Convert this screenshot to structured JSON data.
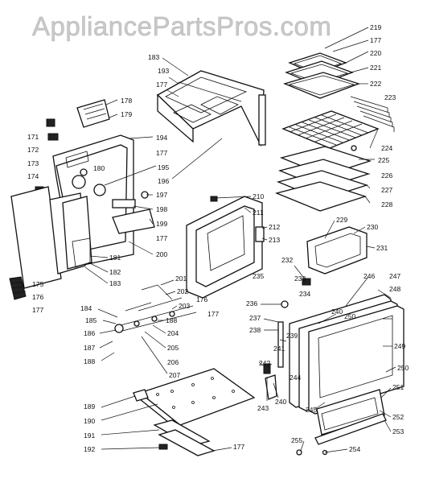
{
  "watermark": "AppliancePartsPros.com",
  "callouts": [
    {
      "id": "219",
      "label": "219"
    },
    {
      "id": "177a",
      "label": "177"
    },
    {
      "id": "220",
      "label": "220"
    },
    {
      "id": "221",
      "label": "221"
    },
    {
      "id": "222",
      "label": "222"
    },
    {
      "id": "223",
      "label": "223"
    },
    {
      "id": "224",
      "label": "224"
    },
    {
      "id": "225",
      "label": "225"
    },
    {
      "id": "226",
      "label": "226"
    },
    {
      "id": "227",
      "label": "227"
    },
    {
      "id": "228",
      "label": "228"
    },
    {
      "id": "183a",
      "label": "183"
    },
    {
      "id": "193",
      "label": "193"
    },
    {
      "id": "177b",
      "label": "177"
    },
    {
      "id": "178",
      "label": "178"
    },
    {
      "id": "179",
      "label": "179"
    },
    {
      "id": "171",
      "label": "171"
    },
    {
      "id": "172",
      "label": "172"
    },
    {
      "id": "194",
      "label": "194"
    },
    {
      "id": "177c",
      "label": "177"
    },
    {
      "id": "173a",
      "label": "173"
    },
    {
      "id": "180",
      "label": "180"
    },
    {
      "id": "195",
      "label": "195"
    },
    {
      "id": "174",
      "label": "174"
    },
    {
      "id": "196",
      "label": "196"
    },
    {
      "id": "197",
      "label": "197"
    },
    {
      "id": "198",
      "label": "198"
    },
    {
      "id": "199",
      "label": "199"
    },
    {
      "id": "177d",
      "label": "177"
    },
    {
      "id": "200",
      "label": "200"
    },
    {
      "id": "181",
      "label": "181"
    },
    {
      "id": "182",
      "label": "182"
    },
    {
      "id": "183b",
      "label": "183"
    },
    {
      "id": "175",
      "label": "175"
    },
    {
      "id": "176a",
      "label": "176"
    },
    {
      "id": "177e",
      "label": "177"
    },
    {
      "id": "210",
      "label": "210"
    },
    {
      "id": "211",
      "label": "211"
    },
    {
      "id": "212",
      "label": "212"
    },
    {
      "id": "213",
      "label": "213"
    },
    {
      "id": "229",
      "label": "229"
    },
    {
      "id": "230",
      "label": "230"
    },
    {
      "id": "231",
      "label": "231"
    },
    {
      "id": "232",
      "label": "232"
    },
    {
      "id": "233",
      "label": "233"
    },
    {
      "id": "235",
      "label": "235"
    },
    {
      "id": "234",
      "label": "234"
    },
    {
      "id": "246",
      "label": "246"
    },
    {
      "id": "247",
      "label": "247"
    },
    {
      "id": "248",
      "label": "248"
    },
    {
      "id": "236",
      "label": "236"
    },
    {
      "id": "237",
      "label": "237"
    },
    {
      "id": "238",
      "label": "238"
    },
    {
      "id": "240a",
      "label": "240"
    },
    {
      "id": "239",
      "label": "239"
    },
    {
      "id": "250a",
      "label": "250"
    },
    {
      "id": "249",
      "label": "249"
    },
    {
      "id": "241",
      "label": "241"
    },
    {
      "id": "242",
      "label": "242"
    },
    {
      "id": "250b",
      "label": "250"
    },
    {
      "id": "244",
      "label": "244"
    },
    {
      "id": "240b",
      "label": "240"
    },
    {
      "id": "243",
      "label": "243"
    },
    {
      "id": "251",
      "label": "251"
    },
    {
      "id": "245",
      "label": "245"
    },
    {
      "id": "252",
      "label": "252"
    },
    {
      "id": "253",
      "label": "253"
    },
    {
      "id": "255",
      "label": "255"
    },
    {
      "id": "254",
      "label": "254"
    },
    {
      "id": "201",
      "label": "201"
    },
    {
      "id": "202",
      "label": "202"
    },
    {
      "id": "203",
      "label": "203"
    },
    {
      "id": "184",
      "label": "184"
    },
    {
      "id": "185",
      "label": "185"
    },
    {
      "id": "188a",
      "label": "188"
    },
    {
      "id": "204",
      "label": "204"
    },
    {
      "id": "186",
      "label": "186"
    },
    {
      "id": "205",
      "label": "205"
    },
    {
      "id": "187",
      "label": "187"
    },
    {
      "id": "206",
      "label": "206"
    },
    {
      "id": "188b",
      "label": "188"
    },
    {
      "id": "207",
      "label": "207"
    },
    {
      "id": "176b",
      "label": "176"
    },
    {
      "id": "177f",
      "label": "177"
    },
    {
      "id": "189",
      "label": "189"
    },
    {
      "id": "190",
      "label": "190"
    },
    {
      "id": "191",
      "label": "191"
    },
    {
      "id": "192",
      "label": "192"
    },
    {
      "id": "177g",
      "label": "177"
    }
  ]
}
